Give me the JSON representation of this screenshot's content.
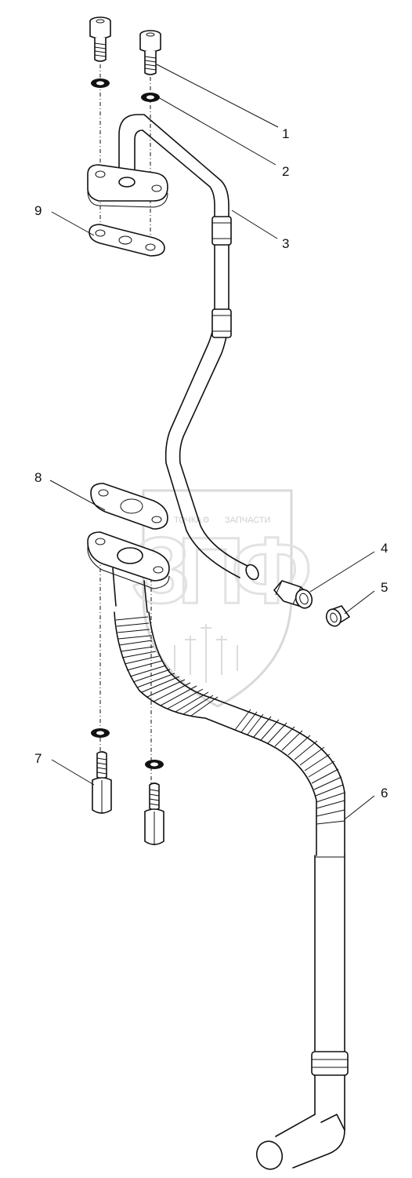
{
  "diagram": {
    "callouts": [
      {
        "id": "c1",
        "label": "1",
        "part": "bolt-top-right"
      },
      {
        "id": "c2",
        "label": "2",
        "part": "washer-top-right"
      },
      {
        "id": "c3",
        "label": "3",
        "part": "oil-supply-tube"
      },
      {
        "id": "c4",
        "label": "4",
        "part": "fitting-nut"
      },
      {
        "id": "c5",
        "label": "5",
        "part": "ferrule-sleeve"
      },
      {
        "id": "c6",
        "label": "6",
        "part": "oil-drain-hose"
      },
      {
        "id": "c7",
        "label": "7",
        "part": "stud-spacer"
      },
      {
        "id": "c8",
        "label": "8",
        "part": "gasket-drain-flange"
      },
      {
        "id": "c9",
        "label": "9",
        "part": "gasket-supply-flange"
      }
    ],
    "watermark": {
      "upper_text": "ТОЧКА",
      "right_text": "ЗАПЧАСТИ",
      "logo_letters": "ЗПФ"
    }
  }
}
